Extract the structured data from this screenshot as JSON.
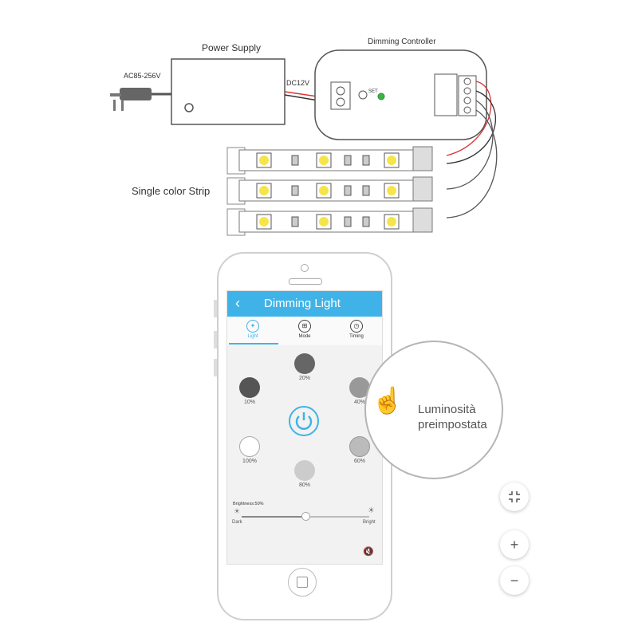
{
  "diagram": {
    "power_supply_label": "Power Supply",
    "ac_label": "AC85-256V",
    "dc_label": "DC12V",
    "controller_label": "Dimming Controller",
    "set_label": "SET",
    "strip_label": "Single color Strip"
  },
  "app": {
    "title": "Dimming Light",
    "back_icon": "‹",
    "tabs": [
      {
        "label": "Light",
        "icon": "bulb-icon",
        "active": true
      },
      {
        "label": "Mode",
        "icon": "mode-icon",
        "active": false
      },
      {
        "label": "Timing",
        "icon": "clock-icon",
        "active": false
      }
    ],
    "presets": [
      {
        "label": "20%",
        "color": "#666666"
      },
      {
        "label": "10%",
        "color": "#555555"
      },
      {
        "label": "40%",
        "color": "#999999"
      },
      {
        "label": "100%",
        "color": "#ffffff"
      },
      {
        "label": "60%",
        "color": "#bbbbbb"
      },
      {
        "label": "80%",
        "color": "#cccccc"
      }
    ],
    "brightness_label": "Brightness:50%",
    "brightness_value": 0.5,
    "dark_label": "Dark",
    "bright_label": "Bright",
    "accent_color": "#3fb3e8"
  },
  "callout": {
    "line1": "Luminosità",
    "line2": "preimpostata"
  },
  "controls": {
    "fit_icon": "collapse-icon",
    "zoom_in": "+",
    "zoom_out": "−"
  }
}
